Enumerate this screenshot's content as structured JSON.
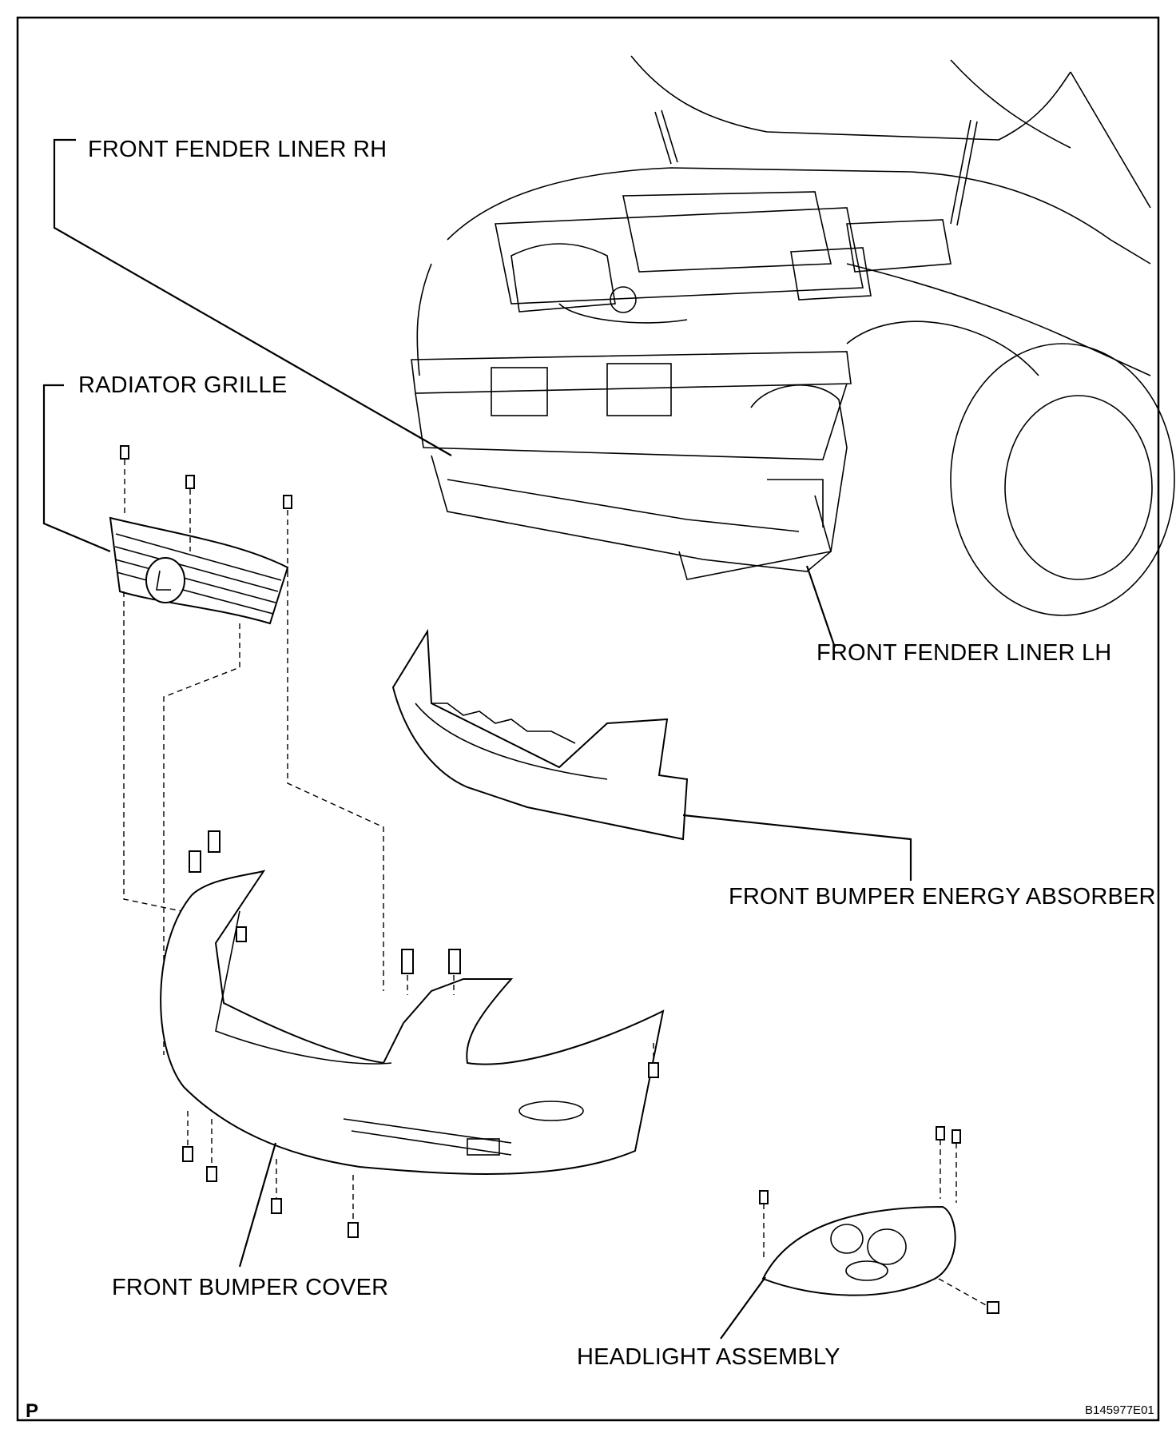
{
  "labels": {
    "front_fender_liner_rh": "FRONT FENDER LINER RH",
    "radiator_grille": "RADIATOR GRILLE",
    "front_fender_liner_lh": "FRONT FENDER LINER LH",
    "front_bumper_energy_absorber": "FRONT BUMPER ENERGY ABSORBER",
    "front_bumper_cover": "FRONT BUMPER COVER",
    "headlight_assembly": "HEADLIGHT ASSEMBLY"
  },
  "corner_mark": "P",
  "figure_code": "B145977E01"
}
